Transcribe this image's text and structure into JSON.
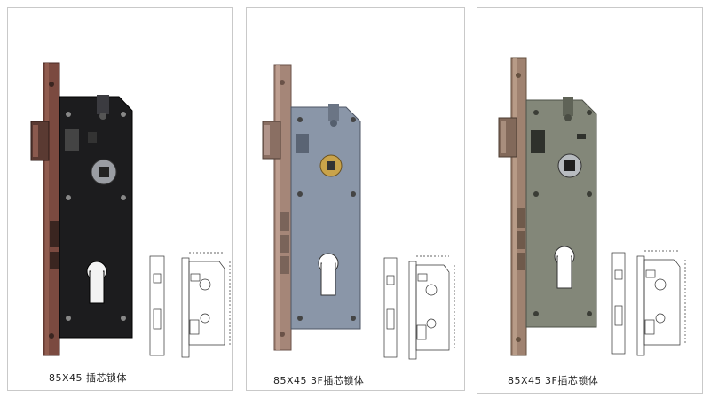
{
  "products": [
    {
      "caption": "85X45  插芯锁体",
      "body_color": "#1c1c1e",
      "plate_color": "#7b4a40"
    },
    {
      "caption": "85X45  3F插芯锁体",
      "body_color": "#8a96a8",
      "plate_color": "#a58678"
    },
    {
      "caption": "85X45  3F插芯锁体",
      "body_color": "#838779",
      "plate_color": "#9f8270"
    }
  ]
}
